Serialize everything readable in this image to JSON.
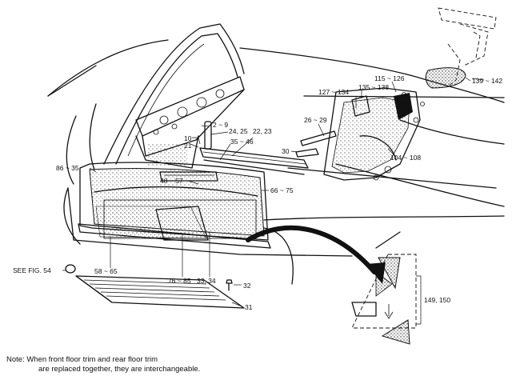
{
  "labels": {
    "l_2_9": "2 ~ 9",
    "l_24_25": "24, 25",
    "l_10": "10",
    "l_21": "21",
    "l_22_23": "22, 23",
    "l_35_46": "35 ~ 46",
    "l_26_29": "26 ~ 29",
    "l_30": "30",
    "l_127_134": "127 ~ 134",
    "l_135_138": "135 ~ 138",
    "l_115_126": "115 ~ 126",
    "l_139_142": "139 ~ 142",
    "l_104_108": "104 ~ 108",
    "l_86_35": "86 ~ 35",
    "l_48_57": "48 ~ 57",
    "l_66_75": "66 ~ 75",
    "l_see_fig": "SEE FIG. 54",
    "l_58_65": "58 ~ 65",
    "l_76_85": "76 ~ 85",
    "l_33_34": "33, 34",
    "l_32": "32",
    "l_31": "31",
    "l_149_150": "149, 150"
  },
  "note": {
    "line1": "Note:  When front floor trim and rear floor trim",
    "line2": "are replaced together, they are interchangeable."
  }
}
